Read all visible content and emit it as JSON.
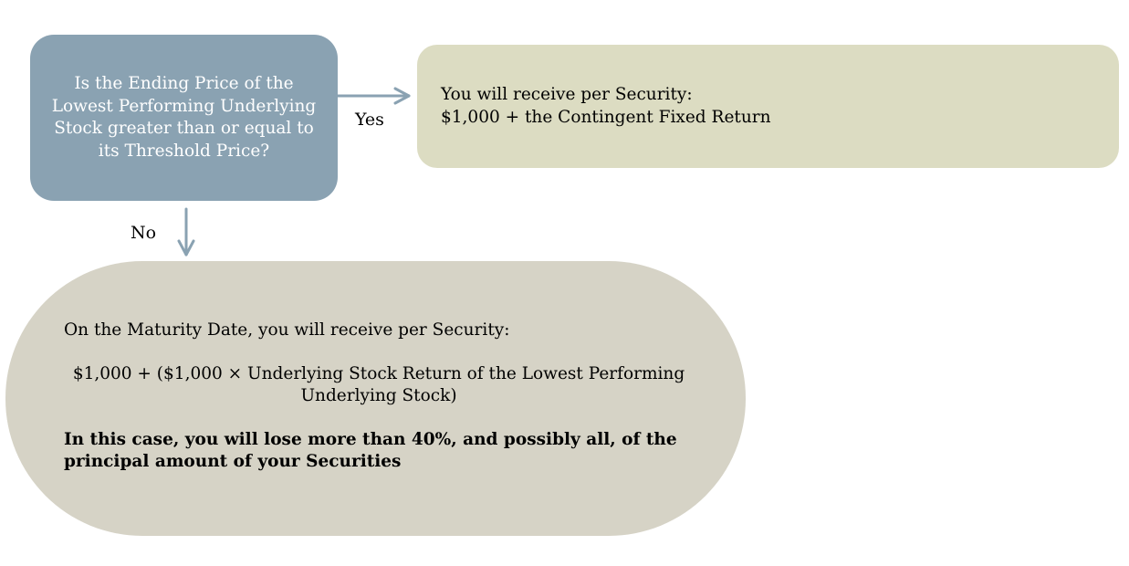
{
  "colors": {
    "decision_fill": "#8aa2b2",
    "yes_fill": "#dcdcc2",
    "no_fill": "#d6d3c6",
    "arrow": "#8aa2b2"
  },
  "decision": {
    "text": "Is the Ending Price of the Lowest Performing Underlying Stock greater than or equal to its Threshold Price?"
  },
  "edges": {
    "yes_label": "Yes",
    "no_label": "No"
  },
  "yes_outcome": {
    "line1": "You will receive per Security:",
    "line2": "$1,000 + the Contingent Fixed Return"
  },
  "no_outcome": {
    "intro": "On the Maturity Date, you will receive per Security:",
    "formula": "$1,000 + ($1,000 × Underlying Stock Return of the Lowest Performing Underlying Stock)",
    "warning": "In this case, you will lose more than 40%, and possibly all, of the principal amount of your Securities"
  }
}
